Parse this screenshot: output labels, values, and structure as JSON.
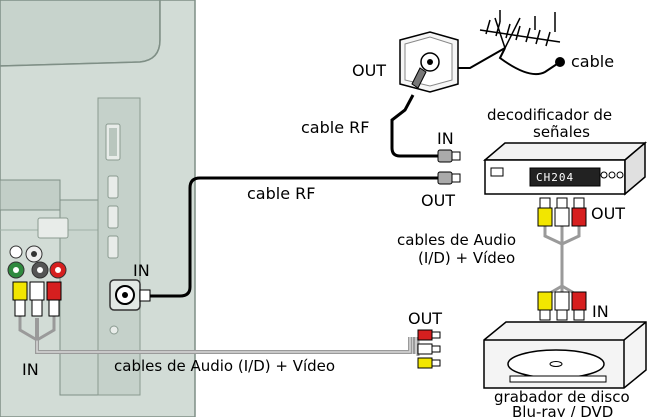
{
  "colors": {
    "tv_panel": "#d2dcd6",
    "tv_panel_dark": "#b9c6be",
    "tv_outline": "#7f8f86",
    "cable": "#000000",
    "av_cable": "#9a9a9a",
    "jack_yellow": "#f2e600",
    "jack_white": "#ffffff",
    "jack_red": "#d61f1f",
    "jack_green": "#2f8a3f"
  },
  "icons": {
    "antenna": "antenna-icon",
    "wall_outlet": "rf-wall-outlet-icon",
    "cable_box": "set-top-box-icon",
    "recorder": "disc-recorder-icon",
    "tv_rear": "tv-rear-panel-icon"
  },
  "labels": {
    "out_wall": "OUT",
    "cable": "cable",
    "cable_rf_top": "cable RF",
    "in_box": "IN",
    "box_line1": "decodificador de",
    "box_line2": "señales",
    "box_display": "CH204",
    "cable_rf_mid": "cable RF",
    "out_box_rf": "OUT",
    "out_box_av": "OUT",
    "av_mid_line1": "cables de Audio",
    "av_mid_line2": "(I/D) + Vídeo",
    "in_recorder": "IN",
    "in_tv_rf": "IN",
    "out_recorder": "OUT",
    "av_bottom": "cables de Audio (I/D) + Vídeo",
    "in_tv_av": "IN",
    "recorder_line1": "grabador de disco",
    "recorder_line2": "Blu-ray / DVD"
  }
}
